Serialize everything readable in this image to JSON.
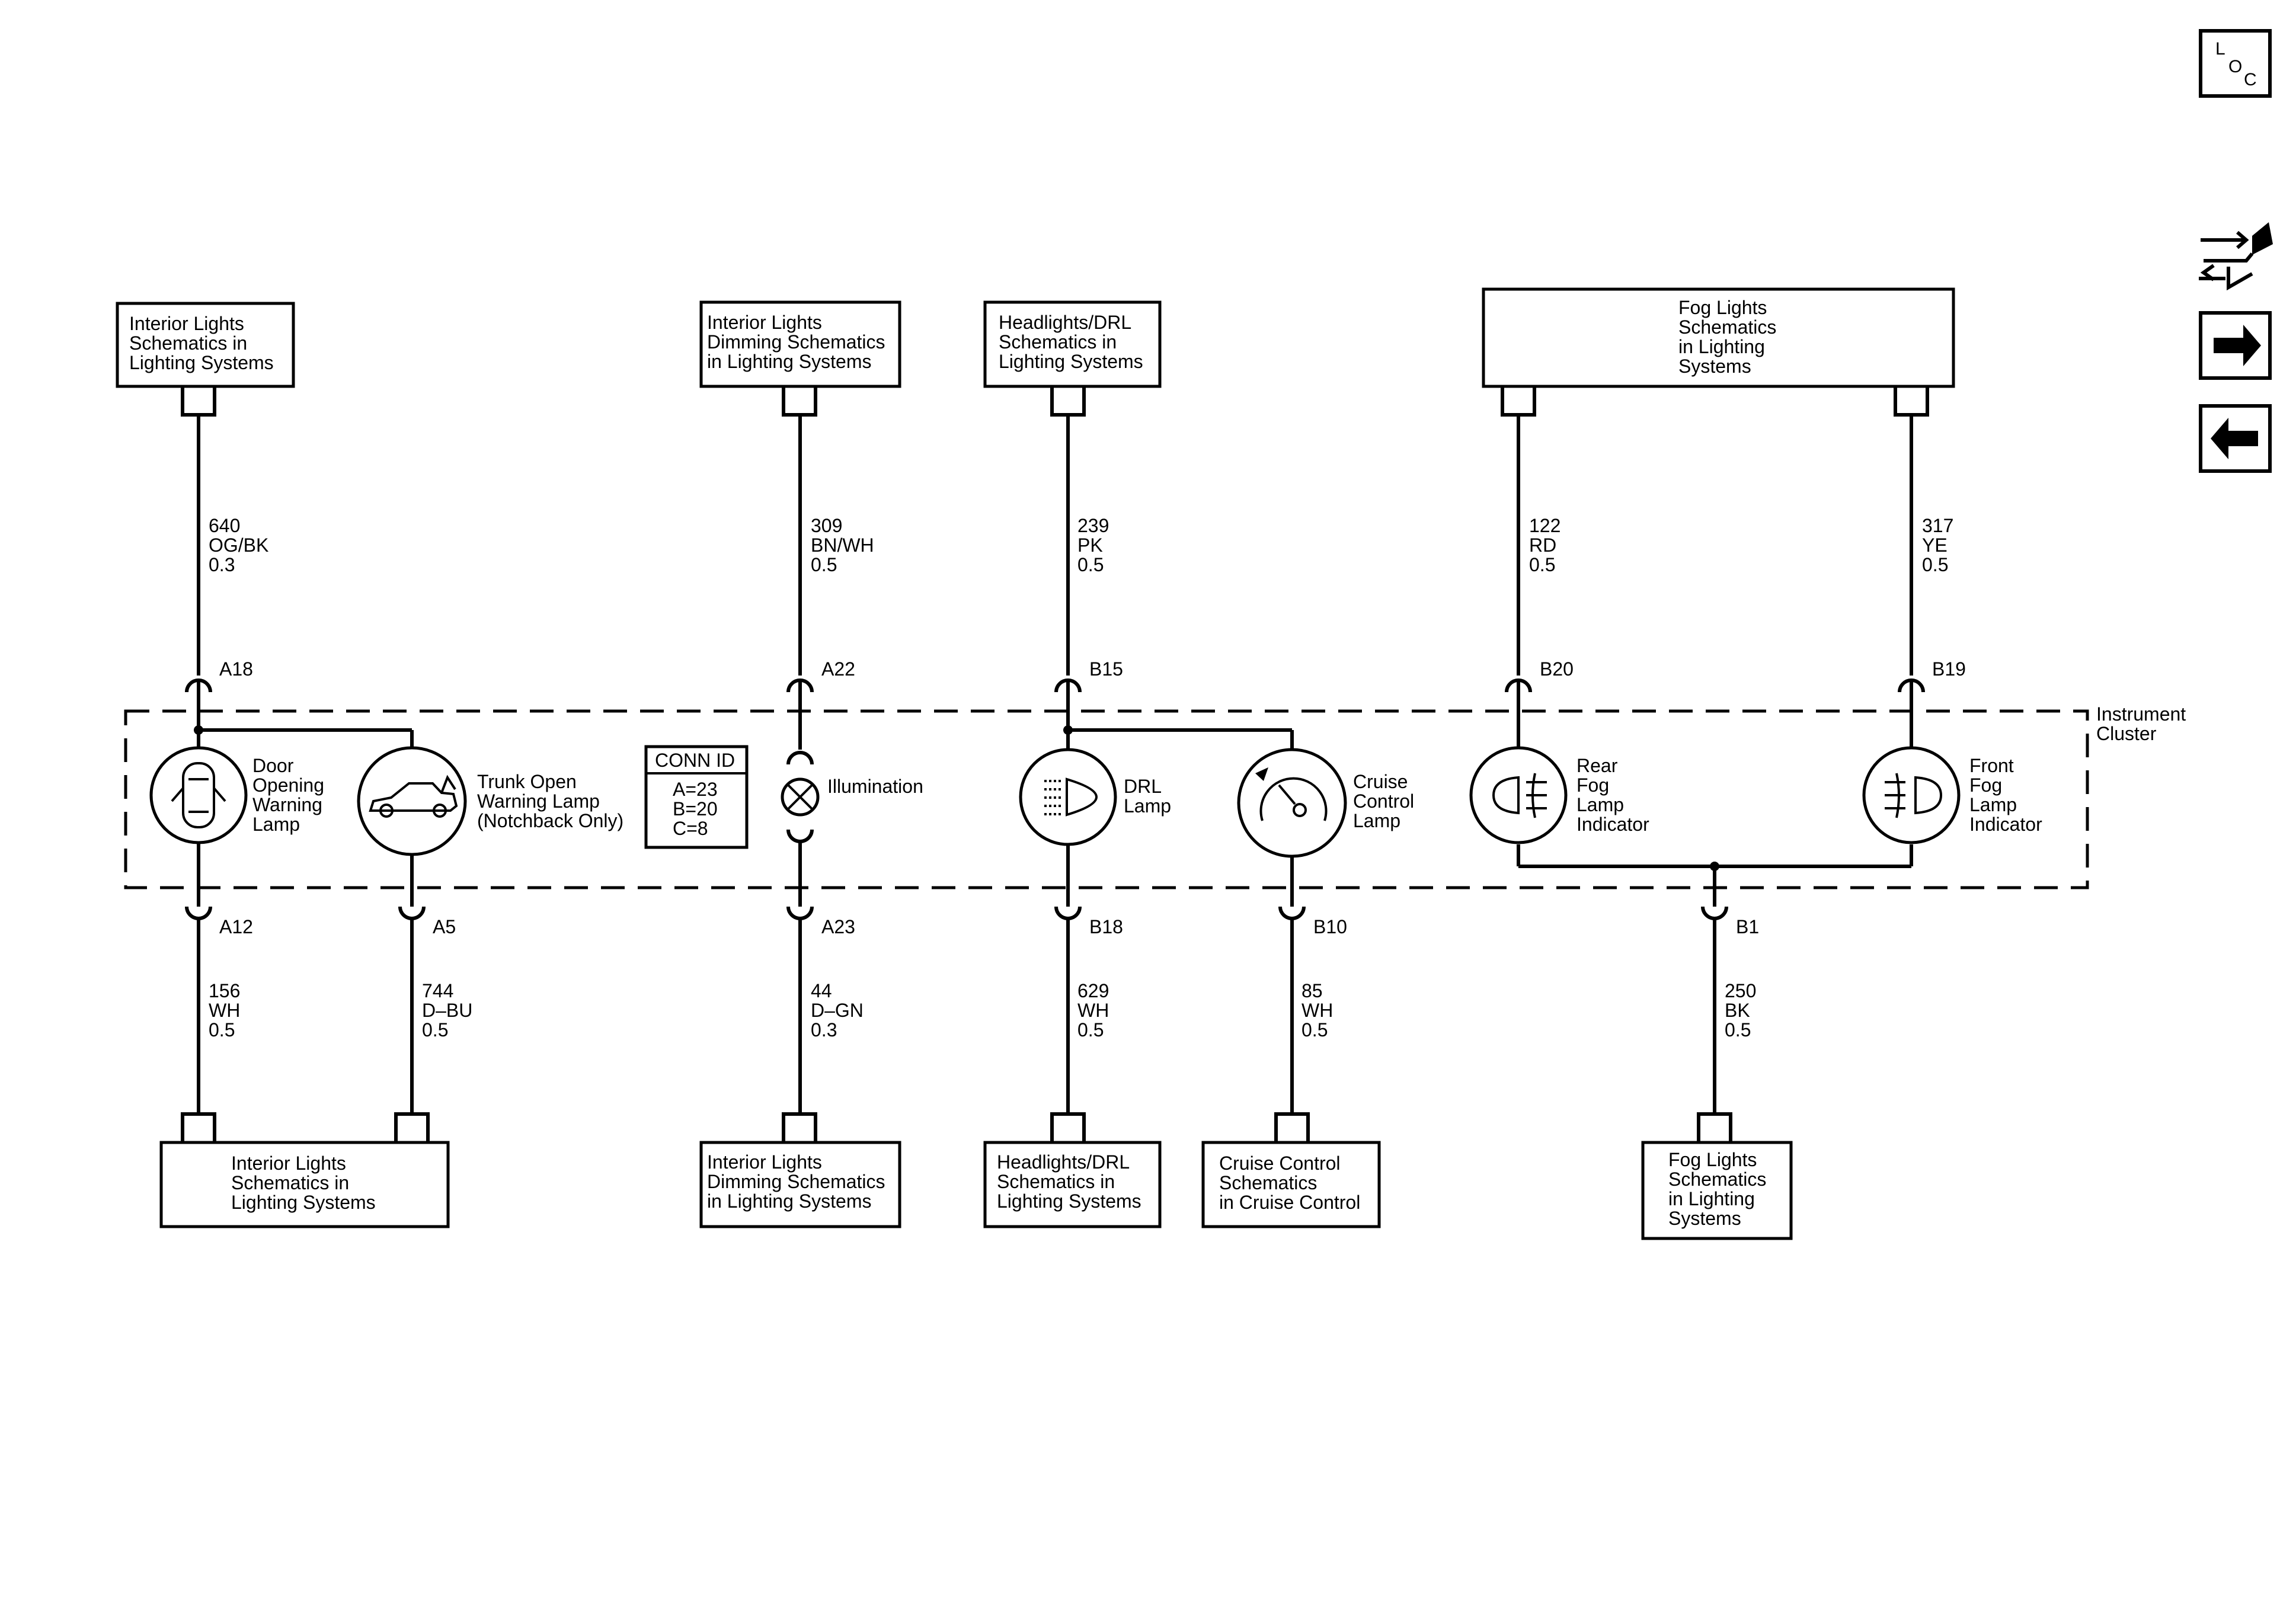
{
  "nav": {
    "loc": [
      "L",
      "O",
      "C"
    ]
  },
  "top_boxes": {
    "interior": [
      "Interior Lights",
      "Schematics in",
      "Lighting Systems"
    ],
    "dimming": [
      "Interior Lights",
      "Dimming Schematics",
      "in Lighting Systems"
    ],
    "headlights": [
      "Headlights/DRL",
      "Schematics in",
      "Lighting Systems"
    ],
    "fog": [
      "Fog Lights",
      "Schematics",
      "in Lighting",
      "Systems"
    ]
  },
  "bottom_boxes": {
    "interior": [
      "Interior Lights",
      "Schematics in",
      "Lighting Systems"
    ],
    "dimming": [
      "Interior Lights",
      "Dimming Schematics",
      "in Lighting Systems"
    ],
    "headlights": [
      "Headlights/DRL",
      "Schematics in",
      "Lighting Systems"
    ],
    "cruise": [
      "Cruise Control",
      "Schematics",
      "in Cruise Control"
    ],
    "fog": [
      "Fog Lights",
      "Schematics",
      "in Lighting",
      "Systems"
    ]
  },
  "top_wires": {
    "w640": [
      "640",
      "OG/BK",
      "0.3"
    ],
    "w309": [
      "309",
      "BN/WH",
      "0.5"
    ],
    "w239": [
      "239",
      "PK",
      "0.5"
    ],
    "w122": [
      "122",
      "RD",
      "0.5"
    ],
    "w317": [
      "317",
      "YE",
      "0.5"
    ]
  },
  "bottom_wires": {
    "w156": [
      "156",
      "WH",
      "0.5"
    ],
    "w744": [
      "744",
      "D–BU",
      "0.5"
    ],
    "w44": [
      "44",
      "D–GN",
      "0.3"
    ],
    "w629": [
      "629",
      "WH",
      "0.5"
    ],
    "w85": [
      "85",
      "WH",
      "0.5"
    ],
    "w250": [
      "250",
      "BK",
      "0.5"
    ]
  },
  "pins": {
    "A18": "A18",
    "A22": "A22",
    "B15": "B15",
    "B20": "B20",
    "B19": "B19",
    "A12": "A12",
    "A5": "A5",
    "A23": "A23",
    "B18": "B18",
    "B10": "B10",
    "B1": "B1"
  },
  "cluster": {
    "label": [
      "Instrument",
      "Cluster"
    ],
    "conn_id_title": "CONN ID",
    "conn_id_values": [
      "A=23",
      "B=20",
      "C=8"
    ]
  },
  "lamps": {
    "door": [
      "Door",
      "Opening",
      "Warning",
      "Lamp"
    ],
    "trunk": [
      "Trunk Open",
      "Warning Lamp",
      "(Notchback Only)"
    ],
    "illumination": [
      "Illumination"
    ],
    "drl": [
      "DRL",
      "Lamp"
    ],
    "cruise": [
      "Cruise",
      "Control",
      "Lamp"
    ],
    "rear_fog": [
      "Rear",
      "Fog",
      "Lamp",
      "Indicator"
    ],
    "front_fog": [
      "Front",
      "Fog",
      "Lamp",
      "Indicator"
    ]
  }
}
